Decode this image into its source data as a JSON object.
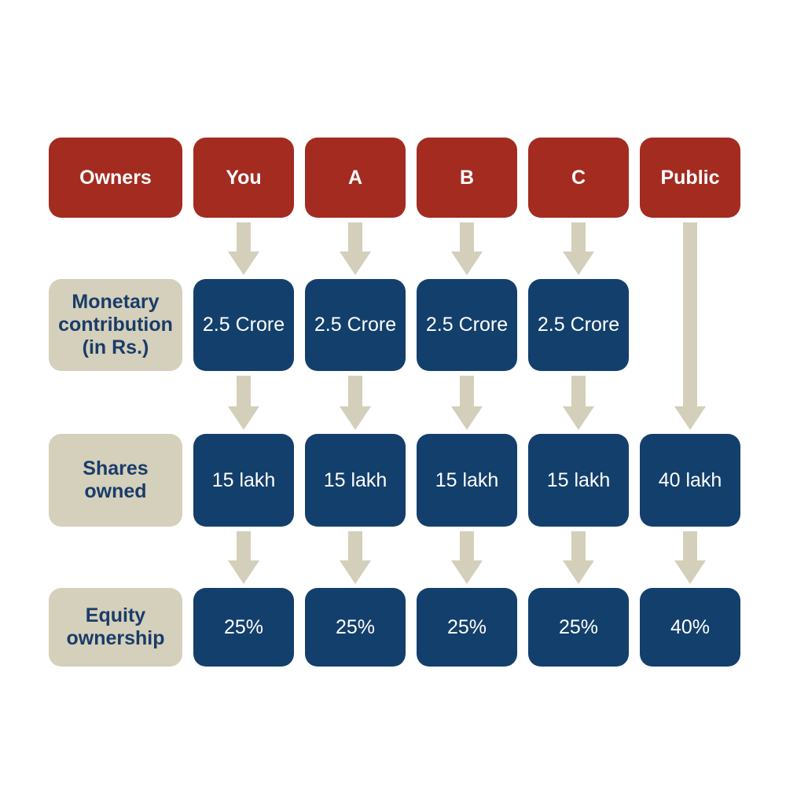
{
  "palette": {
    "red": "#a32b20",
    "blue": "#133f6c",
    "beige": "#d4d0bb",
    "arrow": "#d3cfba",
    "label_text": "#1a3c69",
    "value_text": "#ffffff"
  },
  "header_row": {
    "label": "Owners",
    "columns": [
      "You",
      "A",
      "B",
      "C",
      "Public"
    ]
  },
  "rows": [
    {
      "label": "Monetary\ncontribution\n(in Rs.)",
      "values": [
        "2.5 Crore",
        "2.5 Crore",
        "2.5 Crore",
        "2.5 Crore"
      ]
    },
    {
      "label": "Shares\nowned",
      "values": [
        "15 lakh",
        "15 lakh",
        "15 lakh",
        "15 lakh",
        "40 lakh"
      ]
    },
    {
      "label": "Equity\nownership",
      "values": [
        "25%",
        "25%",
        "25%",
        "25%",
        "40%"
      ]
    }
  ]
}
